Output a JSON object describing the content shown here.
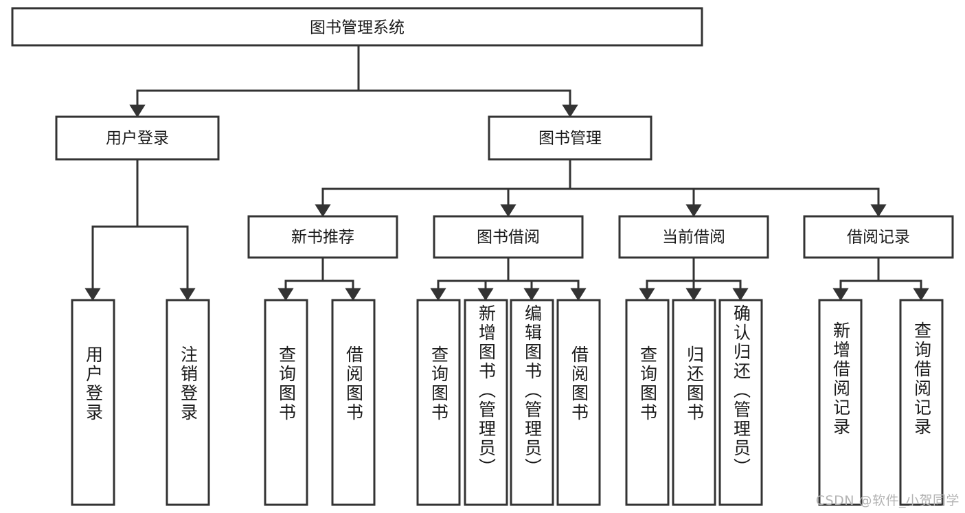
{
  "diagram": {
    "type": "tree",
    "title": "图书管理系统",
    "watermark": "CSDN @软件_小贺同学",
    "colors": {
      "box_stroke": "#333333",
      "box_fill": "#ffffff",
      "line": "#333333",
      "text": "#1a1a1a",
      "watermark": "#b3b3b3",
      "background": "#ffffff"
    },
    "levels": {
      "root": "图书管理系统",
      "level2": [
        "用户登录",
        "图书管理"
      ],
      "level3": [
        "新书推荐",
        "图书借阅",
        "当前借阅",
        "借阅记录"
      ]
    },
    "nodes": {
      "root": {
        "label": "图书管理系统",
        "orientation": "horizontal"
      },
      "n_user_login": {
        "label": "用户登录",
        "orientation": "horizontal"
      },
      "n_book_manage": {
        "label": "图书管理",
        "orientation": "horizontal"
      },
      "n_new_books": {
        "label": "新书推荐",
        "orientation": "horizontal"
      },
      "n_borrow": {
        "label": "图书借阅",
        "orientation": "horizontal"
      },
      "n_current": {
        "label": "当前借阅",
        "orientation": "horizontal"
      },
      "n_records": {
        "label": "借阅记录",
        "orientation": "horizontal"
      },
      "leaf_user_login": {
        "label": "用户登录",
        "orientation": "vertical"
      },
      "leaf_user_logout": {
        "label": "注销登录",
        "orientation": "vertical"
      },
      "leaf_nb_query": {
        "label": "查询图书",
        "orientation": "vertical"
      },
      "leaf_nb_borrow": {
        "label": "借阅图书",
        "orientation": "vertical"
      },
      "leaf_bo_query": {
        "label": "查询图书",
        "orientation": "vertical"
      },
      "leaf_bo_add": {
        "label": "新增图书（管理员）",
        "orientation": "vertical"
      },
      "leaf_bo_edit": {
        "label": "编辑图书（管理员）",
        "orientation": "vertical"
      },
      "leaf_bo_borrow": {
        "label": "借阅图书",
        "orientation": "vertical"
      },
      "leaf_cu_query": {
        "label": "查询图书",
        "orientation": "vertical"
      },
      "leaf_cu_return": {
        "label": "归还图书",
        "orientation": "vertical"
      },
      "leaf_cu_confirm": {
        "label": "确认归还（管理员）",
        "orientation": "vertical"
      },
      "leaf_rc_add": {
        "label": "新增借阅记录",
        "orientation": "vertical"
      },
      "leaf_rc_query": {
        "label": "查询借阅记录",
        "orientation": "vertical"
      }
    },
    "edges": [
      {
        "from": "root",
        "to": "n_user_login"
      },
      {
        "from": "root",
        "to": "n_book_manage"
      },
      {
        "from": "n_user_login",
        "to": "leaf_user_login"
      },
      {
        "from": "n_user_login",
        "to": "leaf_user_logout"
      },
      {
        "from": "n_book_manage",
        "to": "n_new_books"
      },
      {
        "from": "n_book_manage",
        "to": "n_borrow"
      },
      {
        "from": "n_book_manage",
        "to": "n_current"
      },
      {
        "from": "n_book_manage",
        "to": "n_records"
      },
      {
        "from": "n_new_books",
        "to": "leaf_nb_query"
      },
      {
        "from": "n_new_books",
        "to": "leaf_nb_borrow"
      },
      {
        "from": "n_borrow",
        "to": "leaf_bo_query"
      },
      {
        "from": "n_borrow",
        "to": "leaf_bo_add"
      },
      {
        "from": "n_borrow",
        "to": "leaf_bo_edit"
      },
      {
        "from": "n_borrow",
        "to": "leaf_bo_borrow"
      },
      {
        "from": "n_current",
        "to": "leaf_cu_query"
      },
      {
        "from": "n_current",
        "to": "leaf_cu_return"
      },
      {
        "from": "n_current",
        "to": "leaf_cu_confirm"
      },
      {
        "from": "n_records",
        "to": "leaf_rc_add"
      },
      {
        "from": "n_records",
        "to": "leaf_rc_query"
      }
    ]
  }
}
